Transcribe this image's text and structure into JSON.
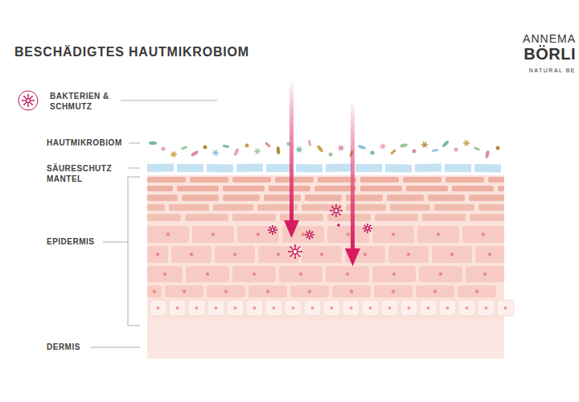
{
  "diagram": {
    "title": "BESCHÄDIGTES HAUTMIKROBIOM",
    "labels": [
      "HAUTMIKROBIOM",
      "SÄURESCHUTZ MANTEL",
      "EPIDERMIS",
      "DERMIS",
      "ANNEMA",
      "BÖRLI",
      "NATURAL BE"
    ],
    "legend": [
      {
        "text": "BAKTERIEN & SCHMUTZ"
      }
    ]
  }
}
